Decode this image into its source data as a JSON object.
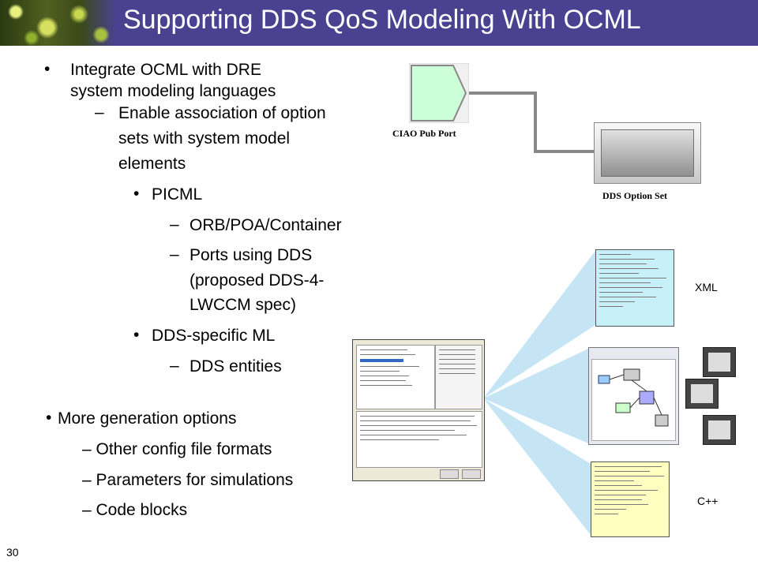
{
  "slide": {
    "title": "Supporting DDS QoS Modeling With OCML",
    "number": "30"
  },
  "bullets": {
    "b1_line1": "Integrate OCML with DRE",
    "b1_line2": "system modeling languages",
    "b2_line1": "Enable association of option",
    "b2_line2": "sets with system model",
    "b2_line3": "elements",
    "b3": "PICML",
    "b4": "ORB/POA/Container",
    "b5_line1": "Ports using DDS",
    "b5_line2": "(proposed DDS-4-",
    "b5_line3": "LWCCM spec)",
    "b6": "DDS-specific ML",
    "b7": "DDS entities",
    "b8": "More generation options",
    "b9": "– Other config file formats",
    "b10": "– Parameters for simulations",
    "b11": "– Code blocks"
  },
  "diagram": {
    "pub_port_label": "CIAO Pub Port",
    "option_set_label": "DDS Option Set",
    "xml_label": "XML",
    "cpp_label": "C++"
  },
  "colors": {
    "title_bar": "#4a4290",
    "pub_port_fill": "#ccffd8",
    "xml_fill": "#c8f0f8",
    "cpp_fill": "#ffffc0",
    "beam": "#9fd4ee"
  }
}
